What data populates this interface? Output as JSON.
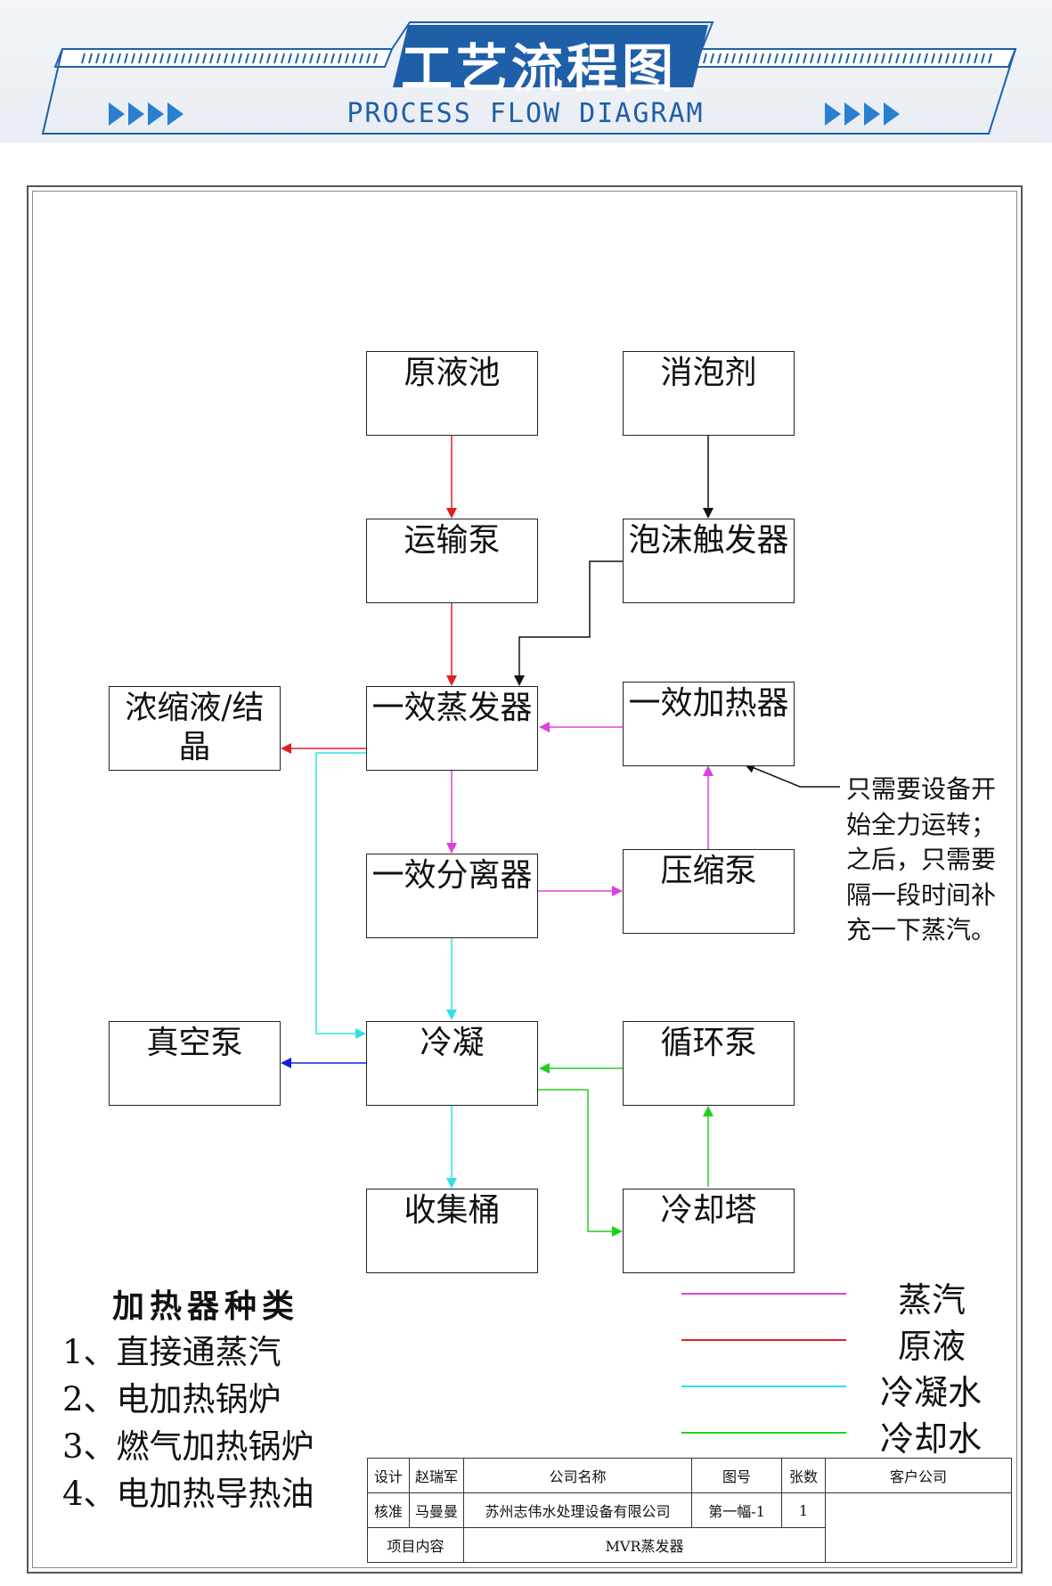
{
  "banner": {
    "title_cn": "工艺流程图",
    "title_en": "PROCESS FLOW DIAGRAM"
  },
  "nodes": {
    "raw_pool": "原液池",
    "defoamer": "消泡剂",
    "transfer_pump": "运输泵",
    "foam_trigger": "泡沫触发器",
    "concentrate": "浓缩液/结晶",
    "evaporator": "一效蒸发器",
    "heater": "一效加热器",
    "separator": "一效分离器",
    "compressor": "压缩泵",
    "vacuum_pump": "真空泵",
    "condenser": "冷凝",
    "circulation_pump": "循环泵",
    "collector": "收集桶",
    "cooling_tower": "冷却塔"
  },
  "note": "只需要设备开始全力运转；之后，只需要隔一段时间补充一下蒸汽。",
  "heater_types": {
    "title": "加热器种类",
    "items": [
      "1、直接通蒸汽",
      "2、电加热锅炉",
      "3、燃气加热锅炉",
      "4、电加热导热油"
    ]
  },
  "legend": [
    {
      "label": "蒸汽",
      "color": "#e040e0"
    },
    {
      "label": "原液",
      "color": "#e02020"
    },
    {
      "label": "冷凝水",
      "color": "#30e0e8"
    },
    {
      "label": "冷却水",
      "color": "#20d020"
    }
  ],
  "colors": {
    "steam": "#e040e0",
    "raw": "#e02020",
    "condensate": "#30e0e8",
    "cooling": "#20d020",
    "vacuum": "#1020d0",
    "line": "#111111"
  },
  "title_block": {
    "design_label": "设计",
    "design_name": "赵瑞军",
    "company_label": "公司名称",
    "drawing_no_label": "图号",
    "sheets_label": "张数",
    "client_label": "客户公司",
    "approve_label": "核准",
    "approve_name": "马曼曼",
    "company_name": "苏州志伟水处理设备有限公司",
    "drawing_no": "第一幅-1",
    "sheets": "1",
    "project_label": "项目内容",
    "project_name": "MVR蒸发器"
  }
}
